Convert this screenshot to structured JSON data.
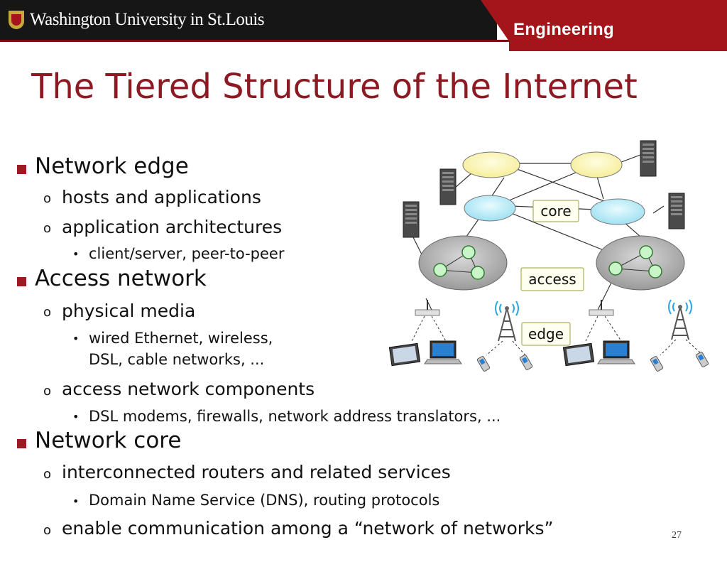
{
  "header": {
    "university": "Washington University in St.Louis",
    "school": "Engineering"
  },
  "slide": {
    "title": "The Tiered Structure of the Internet",
    "items": [
      {
        "level": 1,
        "text": "Network edge"
      },
      {
        "level": 2,
        "text": "hosts and applications"
      },
      {
        "level": 2,
        "text": "application architectures"
      },
      {
        "level": 3,
        "text": "client/server, peer-to-peer"
      },
      {
        "level": 1,
        "text": "Access network"
      },
      {
        "level": 2,
        "text": "physical media"
      },
      {
        "level": 3,
        "text": "wired Ethernet, wireless,"
      },
      {
        "level": 3,
        "text": "DSL, cable networks, ..."
      },
      {
        "level": 2,
        "text": "access network components"
      },
      {
        "level": 3,
        "text": "DSL modems, firewalls, network address translators, ..."
      },
      {
        "level": 1,
        "text": "Network core"
      },
      {
        "level": 2,
        "text": "interconnected routers and related services"
      },
      {
        "level": 3,
        "text": "Domain Name Service (DNS), routing protocols"
      },
      {
        "level": 2,
        "text": "enable communication among a “network of networks”"
      }
    ],
    "page_number": "27"
  },
  "diagram": {
    "labels": {
      "core": "core",
      "access": "access",
      "edge": "edge"
    }
  },
  "colors": {
    "accent": "#8b1a22",
    "header_dark": "#161616",
    "header_red": "#a4141b"
  }
}
